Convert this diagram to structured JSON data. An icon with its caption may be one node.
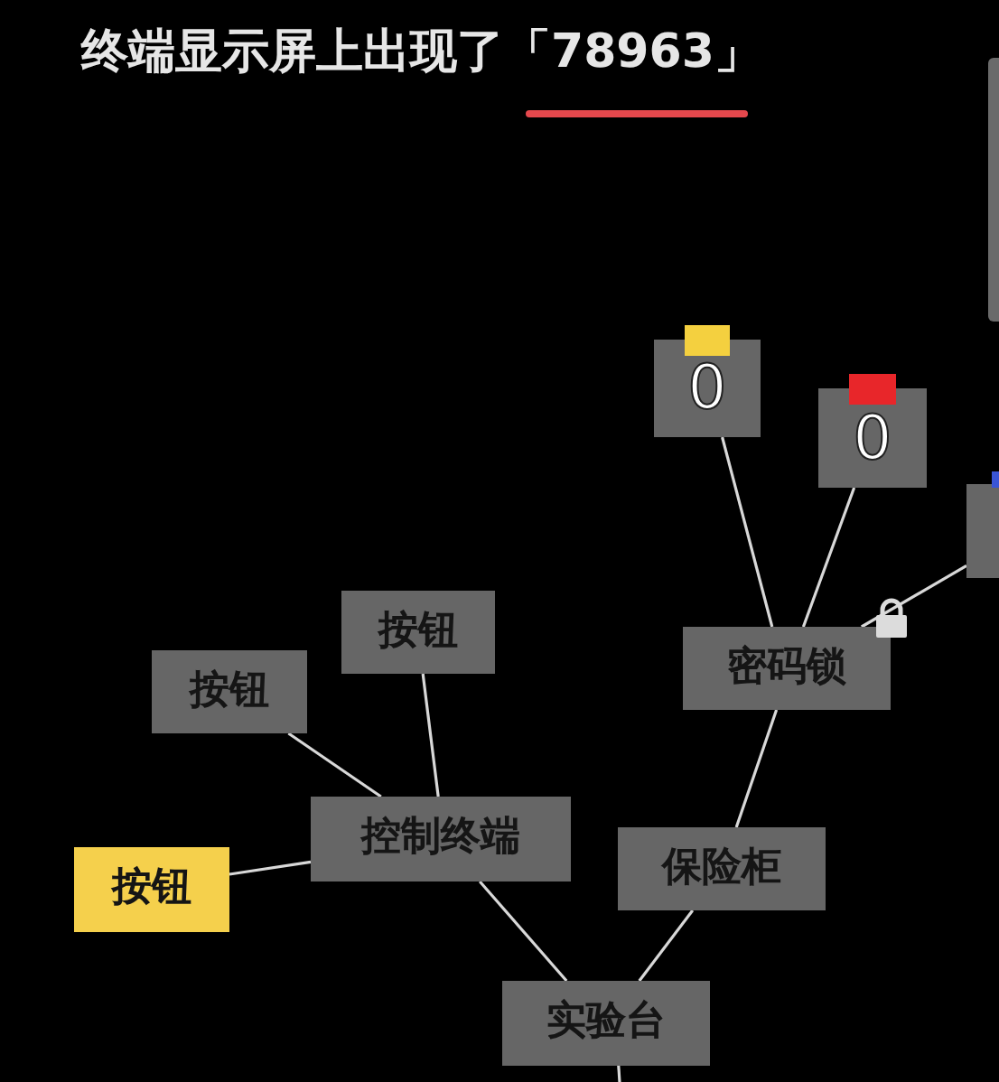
{
  "diagram": {
    "title": "终端显示屏上出现了「78963」",
    "nodes": [
      {
        "text": [
          "0"
        ]
      },
      {
        "text": [
          "0"
        ]
      },
      {
        "text": [],
        "shape": "box"
      },
      {
        "text": [
          "按钮"
        ]
      },
      {
        "text": [
          "密码锁"
        ]
      },
      {
        "text": [
          "按钮"
        ]
      },
      {
        "text": [
          "控制终端"
        ]
      },
      {
        "text": [
          "保险柜"
        ]
      },
      {
        "text": [
          "按钮"
        ]
      },
      {
        "text": [
          "实验台"
        ]
      }
    ],
    "edges": [
      {
        "from": 0,
        "to": 4,
        "arrow": "none"
      },
      {
        "from": 1,
        "to": 4,
        "arrow": "none"
      },
      {
        "from": 4,
        "to": 2,
        "arrow": "none"
      },
      {
        "from": 3,
        "to": 6,
        "arrow": "none"
      },
      {
        "from": 5,
        "to": 6,
        "arrow": "none"
      },
      {
        "from": 4,
        "to": 7,
        "arrow": "none"
      },
      {
        "from": 8,
        "to": 6,
        "arrow": "none"
      },
      {
        "from": 6,
        "to": 9,
        "arrow": "none"
      },
      {
        "from": 7,
        "to": 9,
        "arrow": "none"
      },
      {
        "from": 9,
        "to": null,
        "arrow": "none"
      }
    ]
  }
}
